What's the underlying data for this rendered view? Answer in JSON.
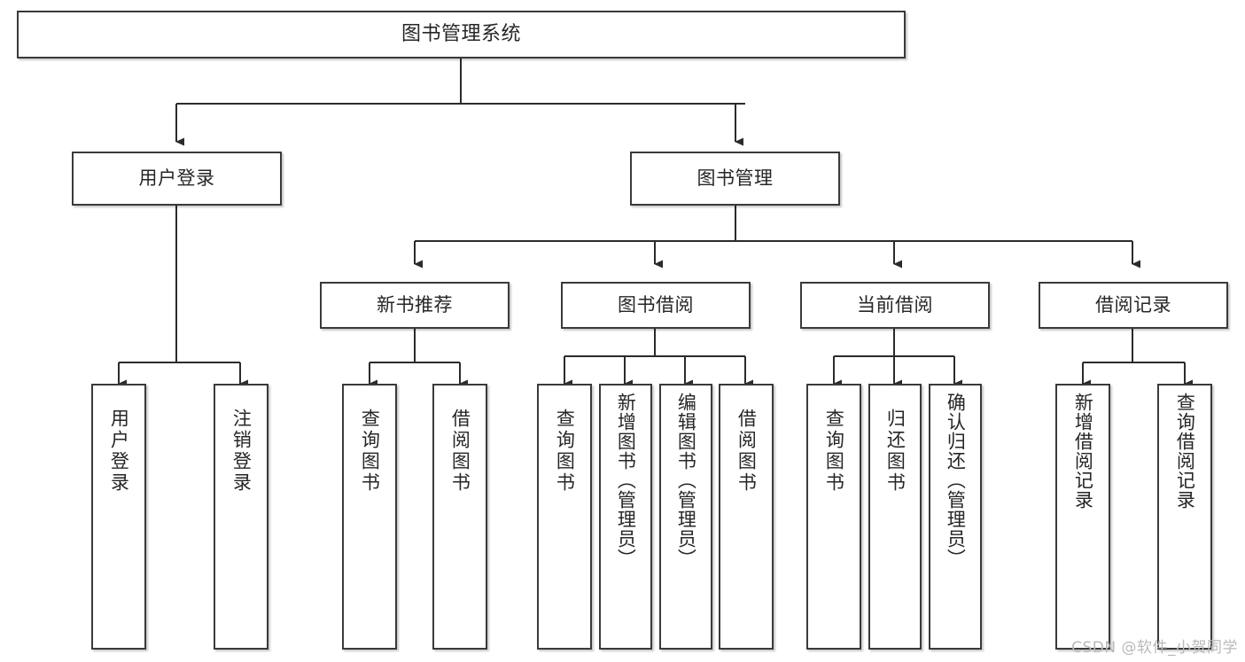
{
  "diagram": {
    "title": "图书管理系统",
    "type": "tree-hierarchy",
    "colors": {
      "box_border": "#3a3a3a",
      "box_fill": "#ffffff",
      "edge": "#2b2b2b",
      "text": "#262626",
      "watermark": "#b9b9b9",
      "background": "#ffffff"
    },
    "nodes": {
      "root": {
        "label": "图书管理系统"
      },
      "level2": [
        {
          "label": "用户登录"
        },
        {
          "label": "图书管理"
        }
      ],
      "level3": [
        {
          "label": "新书推荐"
        },
        {
          "label": "图书借阅"
        },
        {
          "label": "当前借阅"
        },
        {
          "label": "借阅记录"
        }
      ],
      "leaves": [
        {
          "label": "用户登录",
          "parent": "用户登录"
        },
        {
          "label": "注销登录",
          "parent": "用户登录"
        },
        {
          "label": "查询图书",
          "parent": "新书推荐"
        },
        {
          "label": "借阅图书",
          "parent": "新书推荐"
        },
        {
          "label": "查询图书",
          "parent": "图书借阅"
        },
        {
          "label": "新增图书（管理员）",
          "parent": "图书借阅"
        },
        {
          "label": "编辑图书（管理员）",
          "parent": "图书借阅"
        },
        {
          "label": "借阅图书",
          "parent": "图书借阅"
        },
        {
          "label": "查询图书",
          "parent": "当前借阅"
        },
        {
          "label": "归还图书",
          "parent": "当前借阅"
        },
        {
          "label": "确认归还（管理员）",
          "parent": "当前借阅"
        },
        {
          "label": "新增借阅记录",
          "parent": "借阅记录"
        },
        {
          "label": "查询借阅记录",
          "parent": "借阅记录"
        }
      ]
    },
    "watermark": "CSDN @软件_小贺同学"
  }
}
